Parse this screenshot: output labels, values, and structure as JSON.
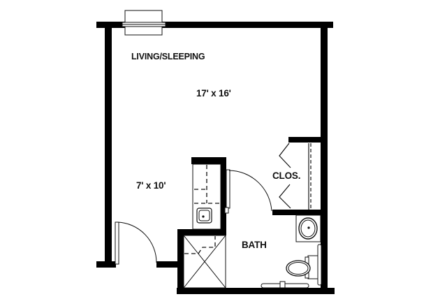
{
  "plan": {
    "title": "Studio unit floor plan",
    "colors": {
      "wall": "#000000",
      "line": "#111111",
      "background": "#ffffff",
      "fixture_fill": "#ffffff"
    },
    "rooms": [
      {
        "id": "living",
        "label": "LIVING/SLEEPING",
        "dimension": "17' x 16'"
      },
      {
        "id": "kitchenette",
        "label": "",
        "dimension": "7' x 10'"
      },
      {
        "id": "closet",
        "label": "CLOS.",
        "dimension": ""
      },
      {
        "id": "bath",
        "label": "BATH",
        "dimension": ""
      }
    ],
    "labels": {
      "living": "LIVING/SLEEPING",
      "living_dim": "17' x 16'",
      "kitchen_dim": "7' x 10'",
      "closet": "CLOS.",
      "bath": "BATH"
    },
    "fixtures": [
      "window-ac-unit",
      "entry-door",
      "bath-door",
      "bifold-closet-doors",
      "kitchen-sink",
      "shower-stall",
      "bathroom-sink",
      "toilet",
      "grab-bar"
    ]
  }
}
